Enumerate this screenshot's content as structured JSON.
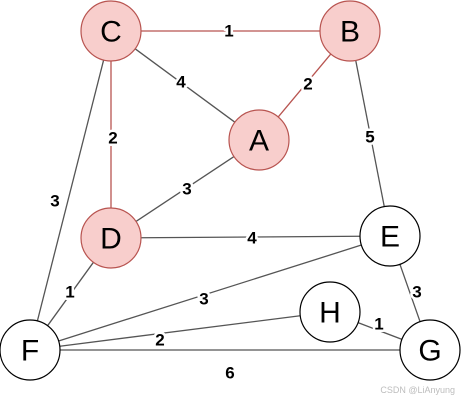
{
  "graph": {
    "colors": {
      "highlight_fill": "#f8cecc",
      "highlight_stroke": "#b85450",
      "normal_fill": "#ffffff",
      "normal_stroke": "#000000",
      "normal_edge": "#555555",
      "highlight_edge": "#b85450",
      "label_halo": "#ffffff"
    },
    "nodes": [
      {
        "id": "C",
        "label": "C",
        "highlighted": true
      },
      {
        "id": "B",
        "label": "B",
        "highlighted": true
      },
      {
        "id": "A",
        "label": "A",
        "highlighted": true
      },
      {
        "id": "D",
        "label": "D",
        "highlighted": true
      },
      {
        "id": "E",
        "label": "E",
        "highlighted": false
      },
      {
        "id": "F",
        "label": "F",
        "highlighted": false
      },
      {
        "id": "H",
        "label": "H",
        "highlighted": false
      },
      {
        "id": "G",
        "label": "G",
        "highlighted": false
      }
    ],
    "edges": [
      {
        "from": "C",
        "to": "B",
        "weight": "1",
        "highlighted": true
      },
      {
        "from": "C",
        "to": "A",
        "weight": "4",
        "highlighted": false
      },
      {
        "from": "B",
        "to": "A",
        "weight": "2",
        "highlighted": true
      },
      {
        "from": "C",
        "to": "D",
        "weight": "2",
        "highlighted": true
      },
      {
        "from": "C",
        "to": "F",
        "weight": "3",
        "highlighted": false
      },
      {
        "from": "A",
        "to": "D",
        "weight": "3",
        "highlighted": false
      },
      {
        "from": "B",
        "to": "E",
        "weight": "5",
        "highlighted": false
      },
      {
        "from": "D",
        "to": "E",
        "weight": "4",
        "highlighted": false
      },
      {
        "from": "D",
        "to": "F",
        "weight": "1",
        "highlighted": false
      },
      {
        "from": "F",
        "to": "E",
        "weight": "3",
        "highlighted": false
      },
      {
        "from": "E",
        "to": "G",
        "weight": "3",
        "highlighted": false
      },
      {
        "from": "F",
        "to": "H",
        "weight": "2",
        "highlighted": false
      },
      {
        "from": "H",
        "to": "G",
        "weight": "1",
        "highlighted": false
      },
      {
        "from": "F",
        "to": "G",
        "weight": "6",
        "highlighted": false
      }
    ]
  },
  "watermark": "CSDN @LiAnyung"
}
